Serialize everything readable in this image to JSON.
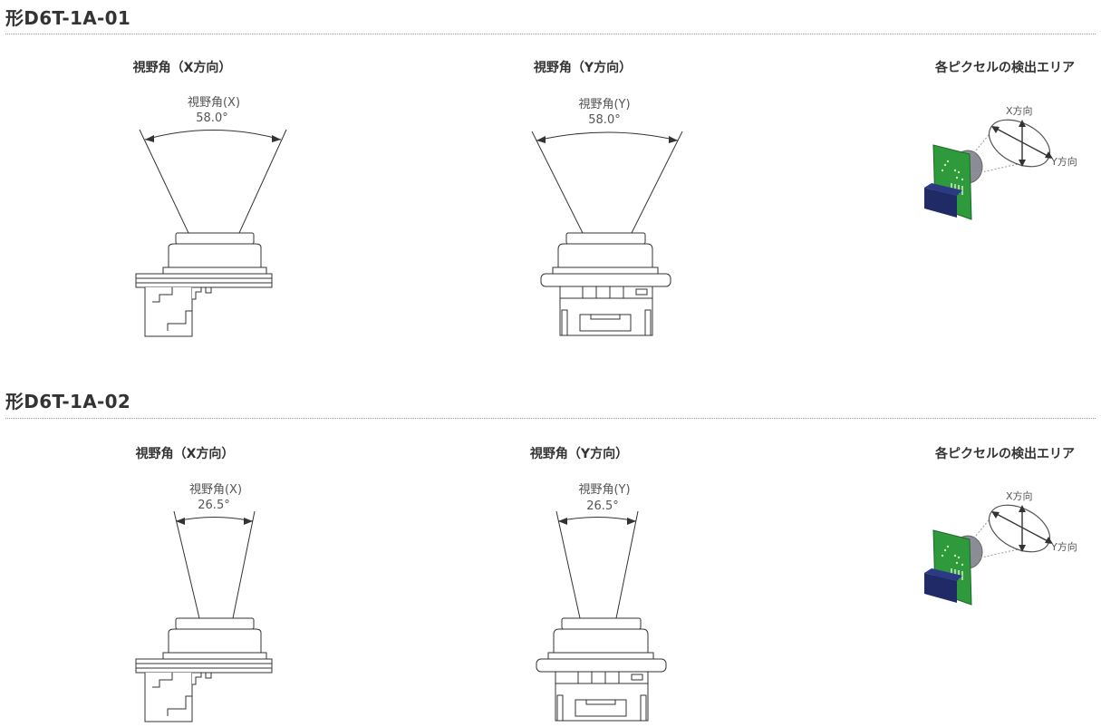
{
  "sections": [
    {
      "model": "形D6T-1A-01",
      "x_caption": "視野角（X方向）",
      "y_caption": "視野角（Y方向）",
      "area_caption": "各ピクセルの検出エリア",
      "x_angle_label": "視野角(X)",
      "x_angle_value": "58.0°",
      "y_angle_label": "視野角(Y)",
      "y_angle_value": "58.0°",
      "area_x_dir": "X方向",
      "area_y_dir": "Y方向"
    },
    {
      "model": "形D6T-1A-02",
      "x_caption": "視野角（X方向）",
      "y_caption": "視野角（Y方向）",
      "area_caption": "各ピクセルの検出エリア",
      "x_angle_label": "視野角(X)",
      "x_angle_value": "26.5°",
      "y_angle_label": "視野角(Y)",
      "y_angle_value": "26.5°",
      "area_x_dir": "X方向",
      "area_y_dir": "Y方向"
    }
  ],
  "colors": {
    "pcb_green": "#2e9a3c",
    "connector_navy": "#1f2a66",
    "line": "#333333"
  }
}
